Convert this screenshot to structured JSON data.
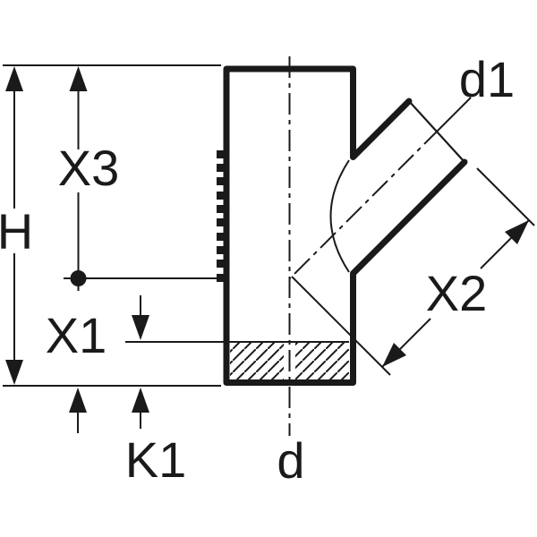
{
  "diagram": {
    "type": "technical-dimension-drawing",
    "subject": "45-degree branch pipe fitting, sectional dimension sketch",
    "labels": {
      "overall_height": "H",
      "top_to_center": "X3",
      "center_to_bottom": "X1",
      "socket_depth": "K1",
      "branch_length": "X2",
      "main_diameter": "d",
      "branch_diameter": "d1"
    },
    "colors": {
      "line": "#1a1a1a",
      "background": "#ffffff"
    }
  }
}
